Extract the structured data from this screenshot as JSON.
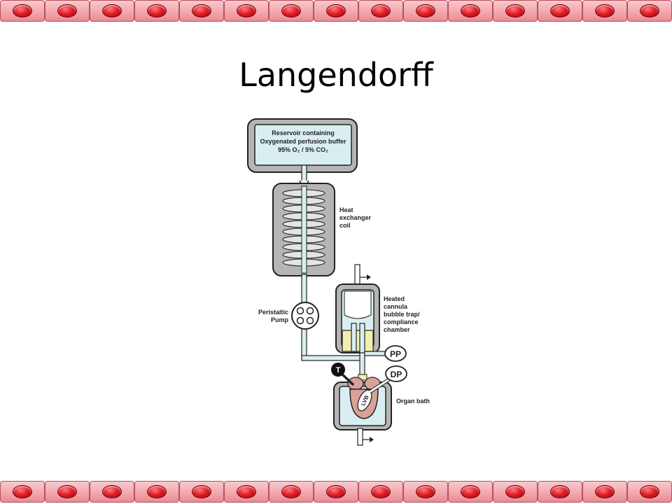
{
  "slide": {
    "title": "Langendorff"
  },
  "diagram": {
    "reservoir": {
      "line1": "Reservoir containing",
      "line2": "Oxygenated perfusion buffer",
      "line3": "95% O₂ / 5% CO₂"
    },
    "heat_exchanger": [
      "Heat",
      "exchanger",
      "coil"
    ],
    "pump": [
      "Peristaltic",
      "Pump"
    ],
    "bubble_trap": [
      "Heated",
      "cannula",
      "bubble trap/",
      "compliance",
      "chamber"
    ],
    "pp": "PP",
    "dp": "DP",
    "t": "T",
    "lvb": "LVB",
    "organ_bath": "Organ bath"
  },
  "colors": {
    "fluid": "#d9eef0",
    "housing": "#b5b5b5",
    "heart": "#d9a19a",
    "cannula_yellow": "#f2eeb0",
    "border_red": "#e01e2a"
  }
}
